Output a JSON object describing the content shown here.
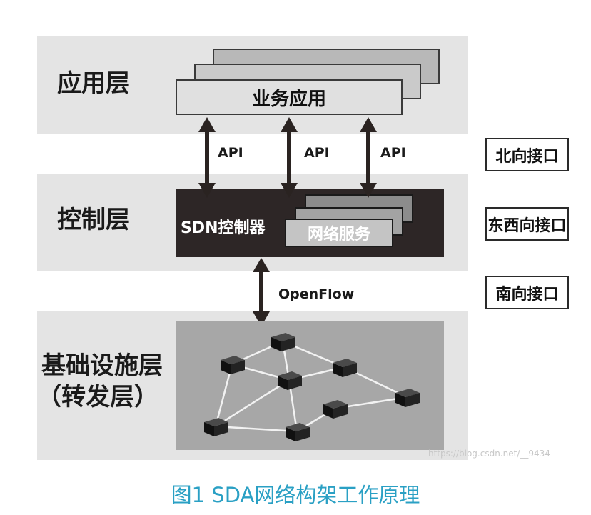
{
  "layers": {
    "application": "应用层",
    "control": "控制层",
    "infrastructure_line1": "基础设施层",
    "infrastructure_line2": "（转发层）"
  },
  "application_box": "业务应用",
  "controller_label": "SDN控制器",
  "service_box": "网络服务",
  "arrows": {
    "api_1": "API",
    "api_2": "API",
    "api_3": "API",
    "openflow": "OpenFlow"
  },
  "interfaces": {
    "north": "北向接口",
    "east_west": "东西向接口",
    "south": "南向接口"
  },
  "watermark": "https://blog.csdn.net/__9434",
  "caption": "图1 SDA网络构架工作原理",
  "colors": {
    "layer_background": "#e4e4e4",
    "controller": "#2d2626",
    "network_panel": "#a7a7a7",
    "caption": "#2aa0c4"
  }
}
